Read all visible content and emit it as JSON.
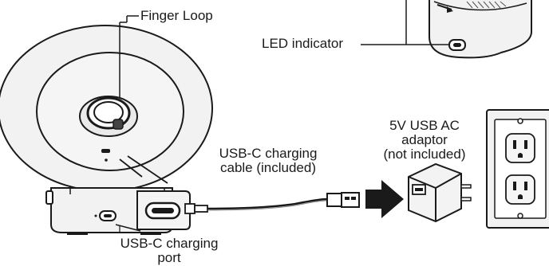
{
  "labels": {
    "finger_loop": "Finger Loop",
    "led_indicator": "LED indicator",
    "cable_line1": "USB-C charging",
    "cable_line2": "cable (included)",
    "adaptor_line1": "5V USB AC",
    "adaptor_line2": "adaptor",
    "adaptor_line3": "(not included)",
    "port_line1": "USB-C charging",
    "port_line2": "port"
  },
  "colors": {
    "stroke": "#1a1a1a",
    "light_fill": "#f2f2f2",
    "dark_fill": "#1c1c1c"
  }
}
